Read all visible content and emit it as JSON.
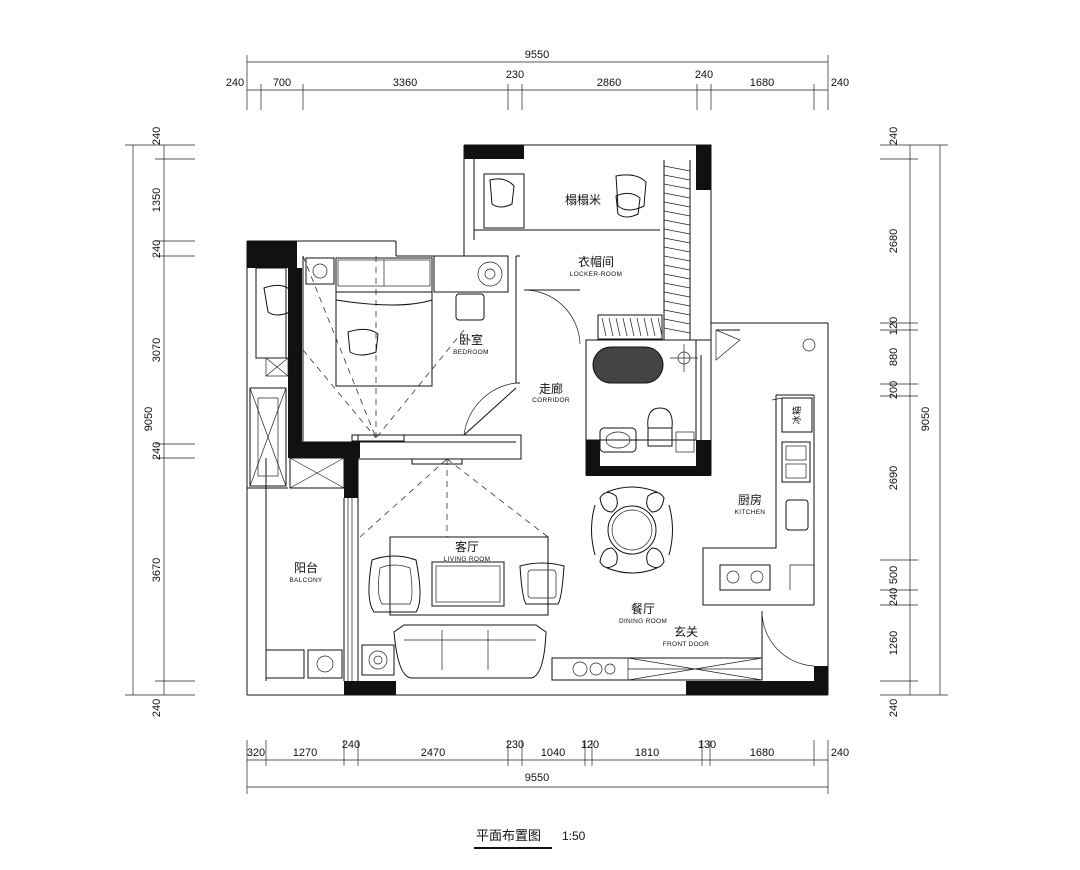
{
  "title": {
    "text": "平面布置图",
    "scale": "1:50"
  },
  "dimensions": {
    "top_total": "9550",
    "top": [
      "240",
      "700",
      "3360",
      "230",
      "2860",
      "240",
      "1680",
      "240"
    ],
    "bottom_total": "9550",
    "bottom": [
      "320",
      "1270",
      "240",
      "2470",
      "230",
      "1040",
      "120",
      "1810",
      "130",
      "1680",
      "240"
    ],
    "left_total": "9050",
    "left": [
      "240",
      "1350",
      "240",
      "3070",
      "240",
      "3670",
      "240"
    ],
    "right_total": "9050",
    "right": [
      "240",
      "2680",
      "120",
      "880",
      "200",
      "2690",
      "500",
      "240",
      "1260",
      "240"
    ]
  },
  "rooms": {
    "tatami": {
      "cn": "榻榻米"
    },
    "locker": {
      "cn": "衣帽间",
      "en": "LOCKER-ROOM"
    },
    "bedroom": {
      "cn": "卧室",
      "en": "BEDROOM"
    },
    "corridor": {
      "cn": "走廊",
      "en": "CORRIDOR"
    },
    "kitchen": {
      "cn": "厨房",
      "en": "KITCHEN"
    },
    "living": {
      "cn": "客厅",
      "en": "LIVING ROOM"
    },
    "balcony": {
      "cn": "阳台",
      "en": "BALCONY"
    },
    "dining": {
      "cn": "餐厅",
      "en": "DINING ROOM"
    },
    "entry": {
      "cn": "玄关",
      "en": "FRONT DOOR"
    },
    "fridge": {
      "cn": "冰箱"
    }
  }
}
